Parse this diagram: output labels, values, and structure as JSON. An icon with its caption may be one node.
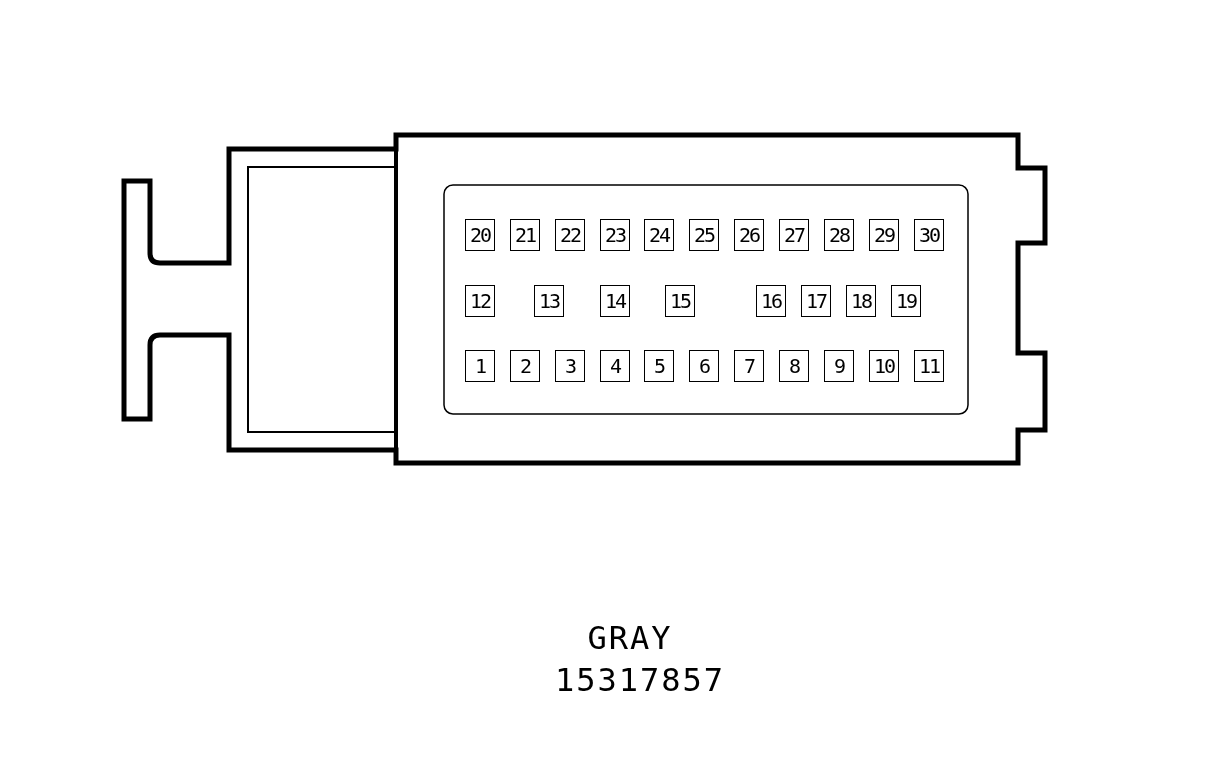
{
  "diagram": {
    "nodes": [
      {
        "text": [
          "20"
        ]
      },
      {
        "text": [
          "21"
        ]
      },
      {
        "text": [
          "22"
        ]
      },
      {
        "text": [
          "23"
        ]
      },
      {
        "text": [
          "24"
        ]
      },
      {
        "text": [
          "25"
        ]
      },
      {
        "text": [
          "26"
        ]
      },
      {
        "text": [
          "27"
        ]
      },
      {
        "text": [
          "28"
        ]
      },
      {
        "text": [
          "29"
        ]
      },
      {
        "text": [
          "30"
        ]
      },
      {
        "text": [
          "12"
        ]
      },
      {
        "text": [
          "13"
        ]
      },
      {
        "text": [
          "14"
        ]
      },
      {
        "text": [
          "15"
        ]
      },
      {
        "text": [
          "16"
        ]
      },
      {
        "text": [
          "17"
        ]
      },
      {
        "text": [
          "18"
        ]
      },
      {
        "text": [
          "19"
        ]
      },
      {
        "text": [
          "1"
        ]
      },
      {
        "text": [
          "2"
        ]
      },
      {
        "text": [
          "3"
        ]
      },
      {
        "text": [
          "4"
        ]
      },
      {
        "text": [
          "5"
        ]
      },
      {
        "text": [
          "6"
        ]
      },
      {
        "text": [
          "7"
        ]
      },
      {
        "text": [
          "8"
        ]
      },
      {
        "text": [
          "9"
        ]
      },
      {
        "text": [
          "10"
        ]
      },
      {
        "text": [
          "11"
        ]
      }
    ],
    "labels": [
      "GRAY",
      "15317857"
    ]
  }
}
